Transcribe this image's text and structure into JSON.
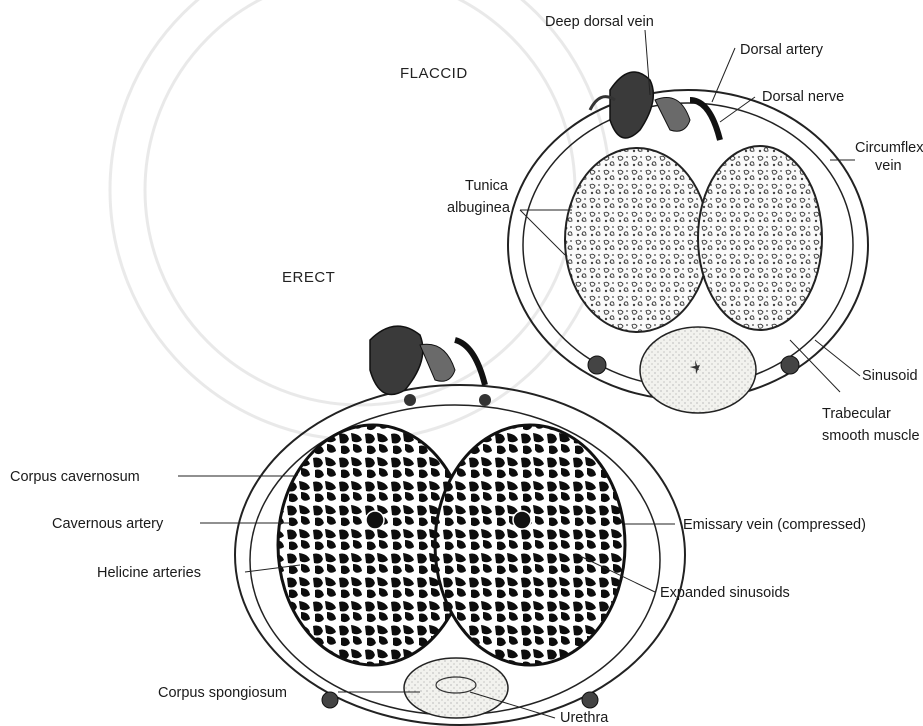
{
  "diagram": {
    "sections": {
      "flaccid": "FLACCID",
      "erect": "ERECT"
    },
    "labels": {
      "deep_dorsal_vein": "Deep dorsal vein",
      "dorsal_artery": "Dorsal artery",
      "dorsal_nerve": "Dorsal nerve",
      "circumflex_vein_1": "Circumflex",
      "circumflex_vein_2": "vein",
      "tunica_albuginea_1": "Tunica",
      "tunica_albuginea_2": "albuginea",
      "sinusoid": "Sinusoid",
      "trabecular_1": "Trabecular",
      "trabecular_2": "smooth muscle",
      "corpus_cavernosum": "Corpus cavernosum",
      "cavernous_artery": "Cavernous artery",
      "helicine_arteries": "Helicine arteries",
      "emissary_vein": "Emissary vein (compressed)",
      "expanded_sinusoids": "Expanded sinusoids",
      "corpus_spongiosum": "Corpus spongiosum",
      "urethra": "Urethra"
    }
  }
}
